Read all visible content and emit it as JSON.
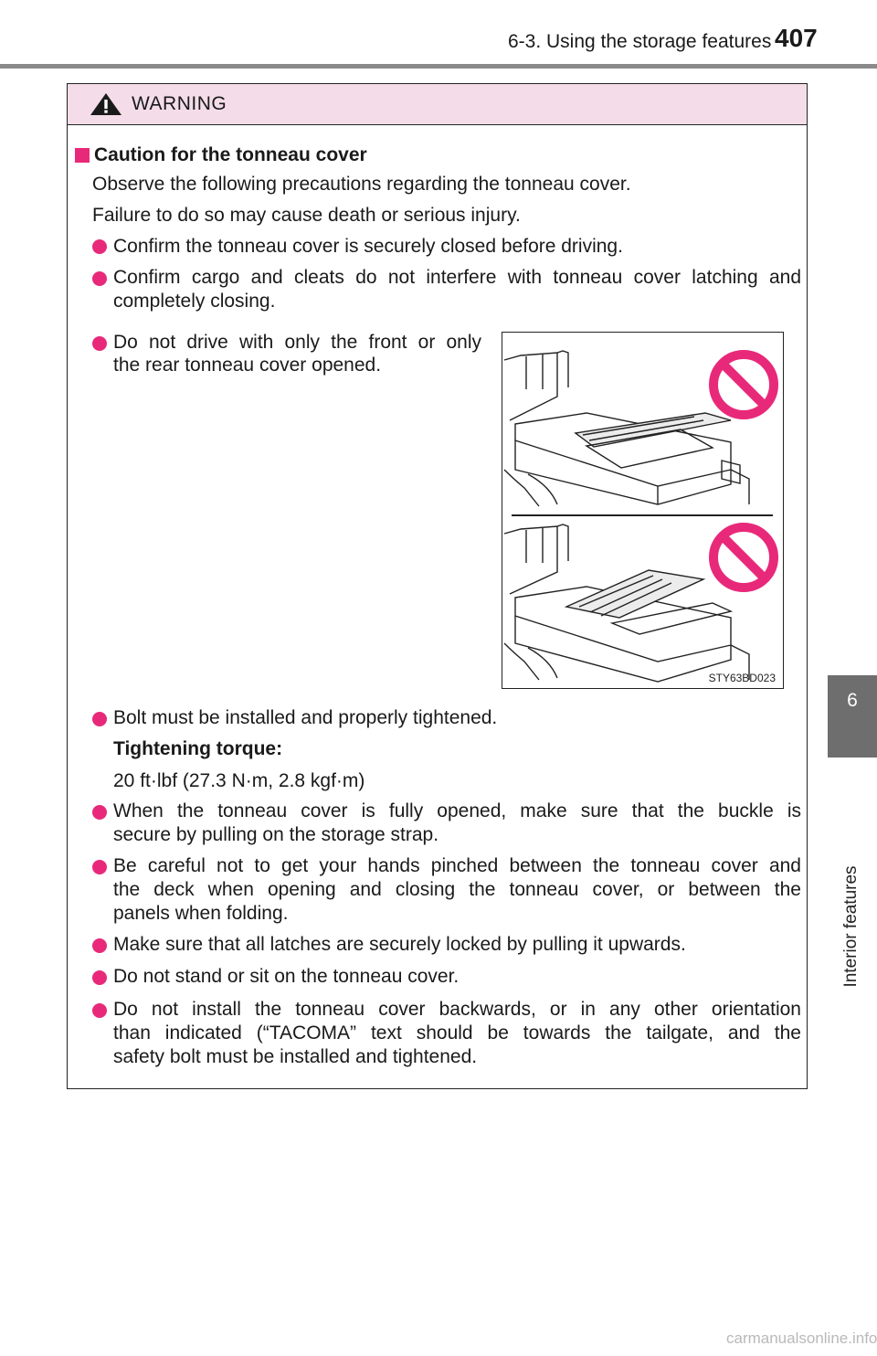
{
  "header": {
    "section_title": "6-3. Using the storage features",
    "page_number": "407"
  },
  "side_tab": {
    "chapter_number": "6",
    "chapter_title": "Interior features"
  },
  "warning": {
    "label": "WARNING",
    "heading": "Caution for the tonneau cover",
    "intro_1": "Observe the following precautions regarding the tonneau cover.",
    "intro_2": "Failure to do so may cause death or serious injury.",
    "bullet_1": "Confirm the tonneau cover is securely closed before driving.",
    "bullet_2_line1": "Confirm cargo and cleats do not interfere with tonneau cover latching and",
    "bullet_2_line2": "completely closing.",
    "bullet_3_line1": "Do not drive with only the front or only",
    "bullet_3_line2": "the rear tonneau cover opened.",
    "bullet_4": "Bolt must be installed and properly tightened.",
    "torque_label": "Tightening torque:",
    "torque_value": "20 ft·lbf (27.3 N·m, 2.8 kgf·m)",
    "bullet_5_line1": "When the tonneau cover is fully opened, make sure that the buckle is",
    "bullet_5_line2": "secure by pulling on the storage strap.",
    "bullet_6_line1": "Be careful not to get your hands pinched between the tonneau cover and",
    "bullet_6_line2": "the deck when opening and closing the tonneau cover, or between the",
    "bullet_6_line3": "panels when folding.",
    "bullet_7": "Make sure that all latches are securely locked by pulling it upwards.",
    "bullet_8": "Do not stand or sit on the tonneau cover.",
    "bullet_9_line1": "Do not install the tonneau cover backwards, or in any other orientation",
    "bullet_9_line2": "than indicated (“TACOMA” text should be towards the tailgate, and the",
    "bullet_9_line3": "safety bolt must be installed and tightened."
  },
  "figure": {
    "caption": "STY63BD023"
  },
  "watermark": "carmanualsonline.info",
  "colors": {
    "bullet": "#e8297a",
    "warning_header_bg": "#f4dde8",
    "side_tab": "#6e6e6e"
  }
}
